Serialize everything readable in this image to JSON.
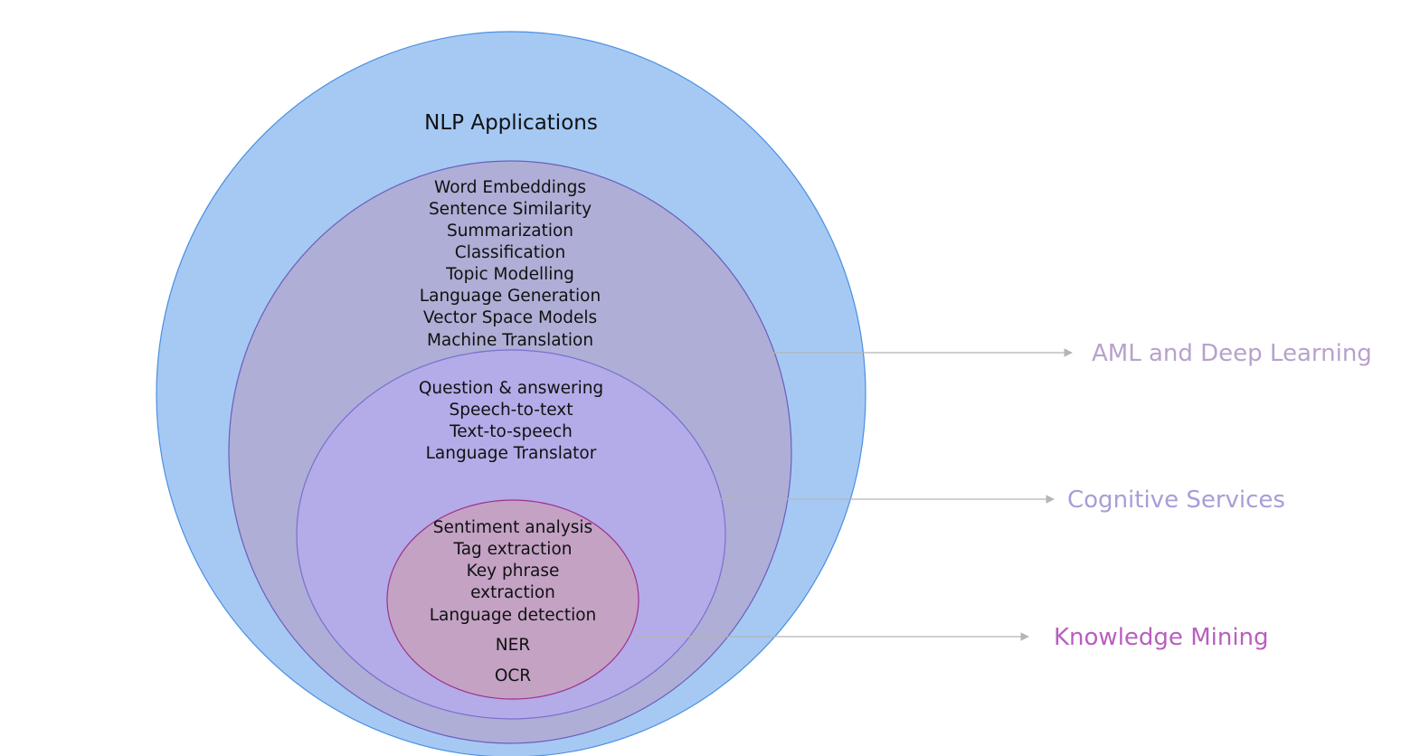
{
  "outer": {
    "title": "NLP Applications",
    "color": "#a6c9f4",
    "stroke": "#4a90e2"
  },
  "aml": {
    "items": [
      "Word Embeddings",
      "Sentence Similarity",
      "Summarization",
      "Classification",
      "Topic Modelling",
      "Language Generation",
      "Vector Space Models",
      "Machine Translation"
    ],
    "label": "AML and Deep Learning",
    "color": "#afaed6",
    "label_color": "#b7a2cc"
  },
  "cognitive": {
    "items": [
      "Question & answering",
      "Speech-to-text",
      "Text-to-speech",
      "Language Translator"
    ],
    "label": "Cognitive Services",
    "color": "#b3ace8",
    "label_color": "#a59fd8"
  },
  "knowledge": {
    "items": [
      "Sentiment analysis",
      "Tag extraction",
      "Key phrase",
      "extraction",
      "Language detection",
      "NER",
      "OCR"
    ],
    "label": "Knowledge Mining",
    "color": "#c3a2c4",
    "label_color": "#b85fbf"
  }
}
